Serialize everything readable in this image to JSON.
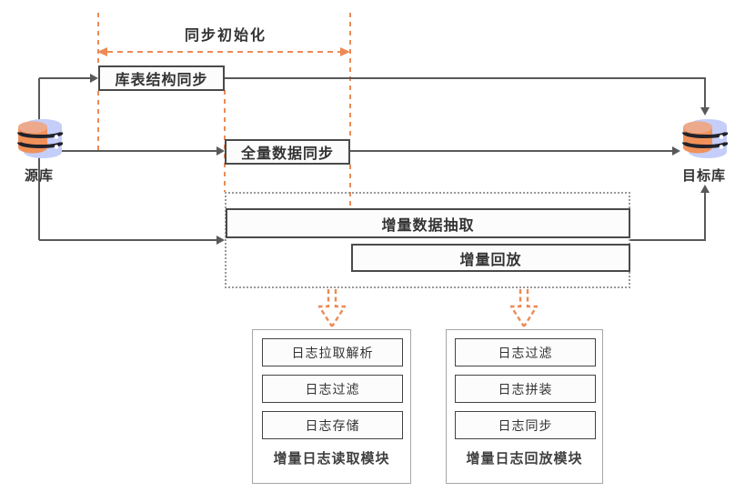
{
  "colors": {
    "accent_orange": "#ED8A54",
    "connector_gray": "#595959",
    "box_border": "#4A4A4A",
    "box_background": "#FCFCFC",
    "text": "#333333",
    "module_border": "#A6A6A6",
    "dotted_container_border": "#999999",
    "db_blue": "#C5CEF8",
    "db_orange": "#F0915A",
    "db_orange_light": "#EDA98C"
  },
  "top": {
    "init_phase_label": "同步初始化"
  },
  "nodes": {
    "source_db": {
      "label": "源库"
    },
    "target_db": {
      "label": "目标库"
    },
    "schema_sync": {
      "label": "库表结构同步"
    },
    "full_sync": {
      "label": "全量数据同步"
    },
    "incr_extract": {
      "label": "增量数据抽取"
    },
    "incr_replay": {
      "label": "增量回放"
    }
  },
  "modules": [
    {
      "label": "增量日志读取模块",
      "items": [
        "日志拉取解析",
        "日志过滤",
        "日志存储"
      ]
    },
    {
      "label": "增量日志回放模块",
      "items": [
        "日志过滤",
        "日志拼装",
        "日志同步"
      ]
    }
  ]
}
